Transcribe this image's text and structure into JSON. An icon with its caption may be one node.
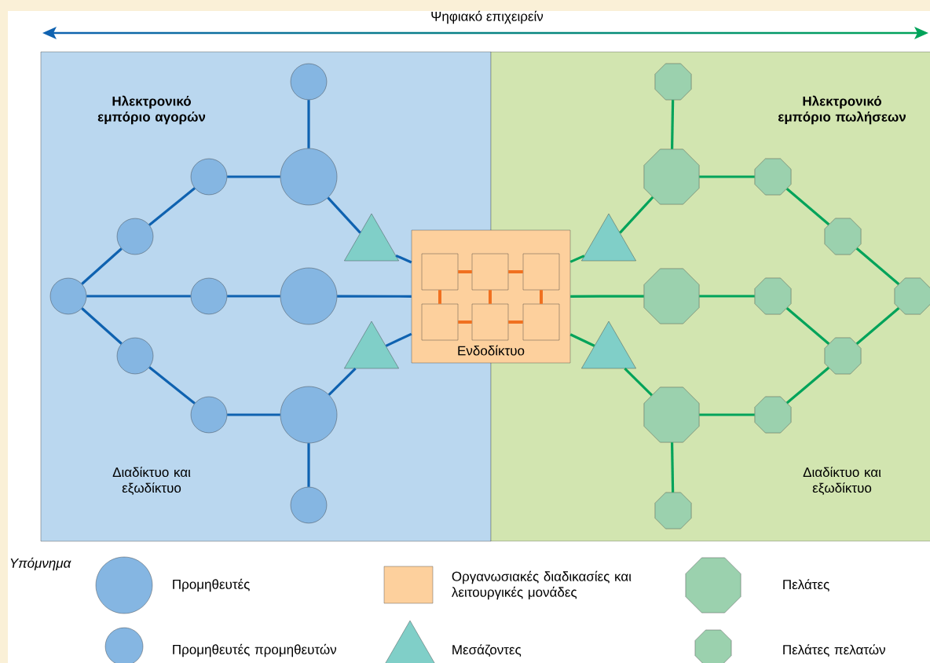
{
  "diagram": {
    "title": "Ψηφιακό επιχειρείν",
    "nodes": [
      {
        "text": [
          "Ηλεκτρονικό εμπόριο αγορών",
          "Διαδίκτυο και εξωδίκτυο"
        ]
      },
      {
        "text": [
          "Ηλεκτρονικό εμπόριο πωλήσεων",
          "Διαδίκτυο και εξωδίκτυο"
        ]
      },
      {
        "text": [],
        "shape": "circle",
        "in": 0
      },
      {
        "text": [],
        "shape": "circle",
        "in": 0
      },
      {
        "text": [],
        "shape": "circle",
        "in": 0
      },
      {
        "text": [],
        "shape": "circle",
        "in": 0
      },
      {
        "text": [],
        "shape": "triangle",
        "in": 0
      },
      {
        "text": [],
        "shape": "circle",
        "in": 0
      },
      {
        "text": [],
        "shape": "circle",
        "in": 0
      },
      {
        "text": [],
        "shape": "circle",
        "in": 0
      },
      {
        "text": [],
        "shape": "circle",
        "in": 0
      },
      {
        "text": [],
        "shape": "triangle",
        "in": 0
      },
      {
        "text": [],
        "shape": "circle",
        "in": 0
      },
      {
        "text": [],
        "shape": "circle",
        "in": 0
      },
      {
        "text": [],
        "shape": "circle",
        "in": 0
      },
      {
        "text": [
          "Ενδοδίκτυο"
        ]
      },
      {
        "text": [],
        "shape": "box"
      },
      {
        "text": [],
        "shape": "box",
        "in": 15
      },
      {
        "text": [],
        "shape": "box"
      },
      {
        "text": [],
        "shape": "box"
      },
      {
        "text": [],
        "shape": "box",
        "in": 15
      },
      {
        "text": [],
        "shape": "box"
      },
      {
        "text": [],
        "shape": "octagon",
        "in": 1
      },
      {
        "text": [],
        "shape": "octagon",
        "in": 1
      },
      {
        "text": [],
        "shape": "octagon",
        "in": 1
      },
      {
        "text": [],
        "shape": "triangle",
        "in": 1
      },
      {
        "text": [],
        "shape": "octagon",
        "in": 1
      },
      {
        "text": [],
        "shape": "octagon",
        "in": 1
      },
      {
        "text": [],
        "shape": "octagon",
        "in": 1
      },
      {
        "text": [],
        "shape": "octagon",
        "in": 1
      },
      {
        "text": [],
        "shape": "triangle",
        "in": 1
      },
      {
        "text": [],
        "shape": "octagon",
        "in": 1
      },
      {
        "text": [],
        "shape": "octagon",
        "in": 1
      },
      {
        "text": [],
        "shape": "octagon",
        "in": 1
      },
      {
        "text": [],
        "shape": "octagon",
        "in": 1
      },
      {
        "text": [],
        "shape": "circle"
      },
      {
        "text": [],
        "shape": "octagon"
      },
      {
        "text": [],
        "shape": "circle"
      },
      {
        "text": [],
        "shape": "triangle"
      },
      {
        "text": [],
        "shape": "octagon"
      }
    ],
    "edges": [
      {
        "from": 2,
        "to": 4,
        "arrow": "none",
        "color": "#0f62b0"
      },
      {
        "from": 3,
        "to": 4,
        "arrow": "none",
        "color": "#0f62b0"
      },
      {
        "from": 5,
        "to": 3,
        "arrow": "none",
        "color": "#0f62b0"
      },
      {
        "from": 7,
        "to": 5,
        "arrow": "none",
        "color": "#0f62b0"
      },
      {
        "from": 7,
        "to": 8,
        "arrow": "none",
        "color": "#0f62b0"
      },
      {
        "from": 8,
        "to": 9,
        "arrow": "none",
        "color": "#0f62b0"
      },
      {
        "from": 7,
        "to": 10,
        "arrow": "none",
        "color": "#0f62b0"
      },
      {
        "from": 10,
        "to": 12,
        "arrow": "none",
        "color": "#0f62b0"
      },
      {
        "from": 12,
        "to": 13,
        "arrow": "none",
        "color": "#0f62b0"
      },
      {
        "from": 13,
        "to": 14,
        "arrow": "none",
        "color": "#0f62b0"
      },
      {
        "from": 4,
        "to": 6,
        "arrow": "none",
        "color": "#0f62b0"
      },
      {
        "from": 6,
        "to": 15,
        "arrow": "none",
        "color": "#0f62b0"
      },
      {
        "from": 9,
        "to": 15,
        "arrow": "none",
        "color": "#0f62b0"
      },
      {
        "from": 13,
        "to": 11,
        "arrow": "none",
        "color": "#0f62b0"
      },
      {
        "from": 11,
        "to": 15,
        "arrow": "none",
        "color": "#0f62b0"
      },
      {
        "from": 15,
        "to": 25,
        "arrow": "none",
        "color": "#00a35a"
      },
      {
        "from": 25,
        "to": 23,
        "arrow": "none",
        "color": "#00a35a"
      },
      {
        "from": 15,
        "to": 27,
        "arrow": "none",
        "color": "#00a35a"
      },
      {
        "from": 15,
        "to": 30,
        "arrow": "none",
        "color": "#00a35a"
      },
      {
        "from": 30,
        "to": 32,
        "arrow": "none",
        "color": "#00a35a"
      },
      {
        "from": 22,
        "to": 23,
        "arrow": "none",
        "color": "#00a35a"
      },
      {
        "from": 23,
        "to": 24,
        "arrow": "none",
        "color": "#00a35a"
      },
      {
        "from": 24,
        "to": 26,
        "arrow": "none",
        "color": "#00a35a"
      },
      {
        "from": 26,
        "to": 29,
        "arrow": "none",
        "color": "#00a35a"
      },
      {
        "from": 27,
        "to": 28,
        "arrow": "none",
        "color": "#00a35a"
      },
      {
        "from": 28,
        "to": 31,
        "arrow": "none",
        "color": "#00a35a"
      },
      {
        "from": 31,
        "to": 29,
        "arrow": "none",
        "color": "#00a35a"
      },
      {
        "from": 31,
        "to": 33,
        "arrow": "none",
        "color": "#00a35a"
      },
      {
        "from": 33,
        "to": 32,
        "arrow": "none",
        "color": "#00a35a"
      },
      {
        "from": 32,
        "to": 34,
        "arrow": "none",
        "color": "#00a35a"
      },
      {
        "from": 16,
        "to": 17,
        "arrow": "none",
        "color": "#f07020"
      },
      {
        "from": 17,
        "to": 18,
        "arrow": "none",
        "color": "#f07020"
      },
      {
        "from": 16,
        "to": 19,
        "arrow": "none",
        "color": "#f07020"
      },
      {
        "from": 17,
        "to": 20,
        "arrow": "none",
        "color": "#f07020"
      },
      {
        "from": 18,
        "to": 21,
        "arrow": "none",
        "color": "#f07020"
      },
      {
        "from": 19,
        "to": 20,
        "arrow": "none",
        "color": "#f07020"
      },
      {
        "from": 20,
        "to": 21,
        "arrow": "none",
        "color": "#f07020"
      }
    ],
    "labels": [
      "Υπόμνημα"
    ],
    "legend": [
      {
        "text": "Προμηθευτές"
      },
      {
        "text": "Οργανωσιακές διαδικασίες και λειτουργικές μονάδες",
        "color": "#fdd09d"
      },
      {
        "text": "Πελάτες"
      },
      {
        "text": "Προμηθευτές προμηθευτών"
      },
      {
        "text": "Μεσάζοντες"
      },
      {
        "text": "Πελάτες πελατών"
      }
    ]
  }
}
